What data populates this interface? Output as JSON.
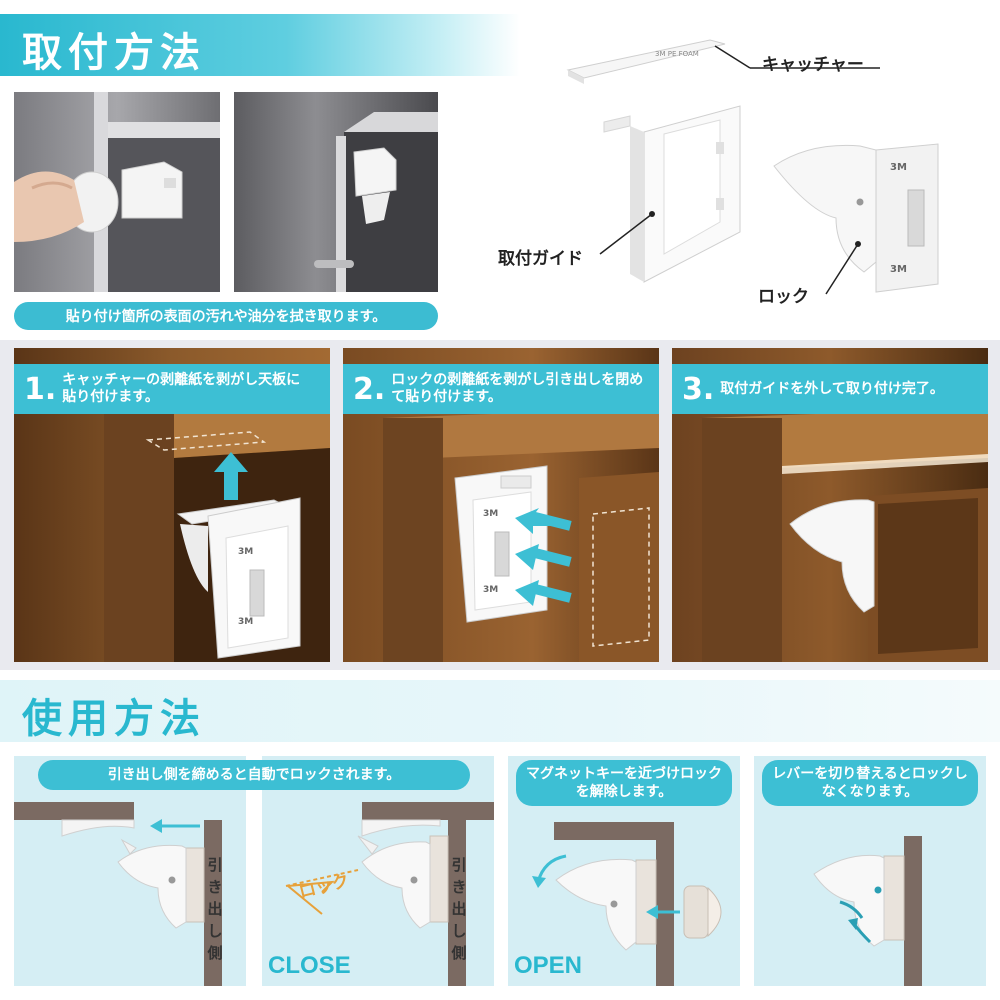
{
  "install": {
    "title": "取付方法",
    "caption": "貼り付け箇所の表面の汚れや油分を拭き取ります。",
    "parts": {
      "catcher": "キャッチャー",
      "guide": "取付ガイド",
      "lock": "ロック"
    },
    "steps": [
      {
        "num": "1.",
        "text": "キャッチャーの剥離紙を剥がし天板に貼り付けます。"
      },
      {
        "num": "2.",
        "text": "ロックの剥離紙を剥がし引き出しを閉めて貼り付けます。"
      },
      {
        "num": "3.",
        "text": "取付ガイドを外して取り付け完了。"
      }
    ]
  },
  "usage": {
    "title": "使用方法",
    "panels_12_caption": "引き出し側を締めると自動でロックされます。",
    "side_label": "引き出し側",
    "lock_word": "ロック",
    "close_label": "CLOSE",
    "panel3_caption": "マグネットキーを近づけロックを解除します。",
    "open_label": "OPEN",
    "panel4_caption": "レバーを切り替えるとロックしなくなります。"
  },
  "colors": {
    "accent": "#3dbfd4",
    "wood": "#8a5a2b",
    "panel_bg": "#d5eef4"
  },
  "icons": [
    "arrow-up-icon",
    "arrow-left-icon",
    "rotate-arrow-icon",
    "magnet-key-icon",
    "3m-tape-icon"
  ]
}
